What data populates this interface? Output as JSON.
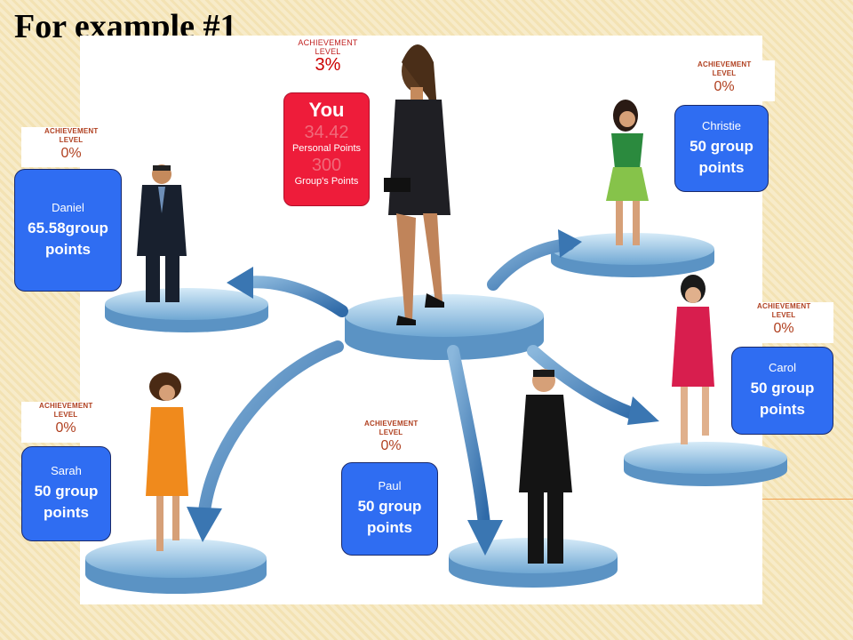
{
  "slide_title": "For example #1",
  "you": {
    "achievement_label": "ACHIEVEMENT LEVEL",
    "achievement_value": "3%",
    "name": "You",
    "personal_points_value": "34.42",
    "personal_points_label": "Personal Points",
    "group_points_value": "300",
    "group_points_label": "Group's Points"
  },
  "members": [
    {
      "name": "Daniel",
      "points": "65.58group points",
      "achievement_label": "ACHIEVEMENT LEVEL",
      "achievement_value": "0%"
    },
    {
      "name": "Christie",
      "points": "50 group points",
      "achievement_label": "ACHIEVEMENT LEVEL",
      "achievement_value": "0%"
    },
    {
      "name": "Carol",
      "points": "50 group points",
      "achievement_label": "ACHIEVEMENT LEVEL",
      "achievement_value": "0%"
    },
    {
      "name": "Sarah",
      "points": "50 group points",
      "achievement_label": "ACHIEVEMENT LEVEL",
      "achievement_value": "0%"
    },
    {
      "name": "Paul",
      "points": "50 group points",
      "achievement_label": "ACHIEVEMENT LEVEL",
      "achievement_value": "0%"
    }
  ],
  "colors": {
    "card_blue": "#2f6df2",
    "you_red": "#ee1c3a",
    "platform_blue": "#9cc9ea",
    "arrow_blue": "#4a84b8"
  }
}
